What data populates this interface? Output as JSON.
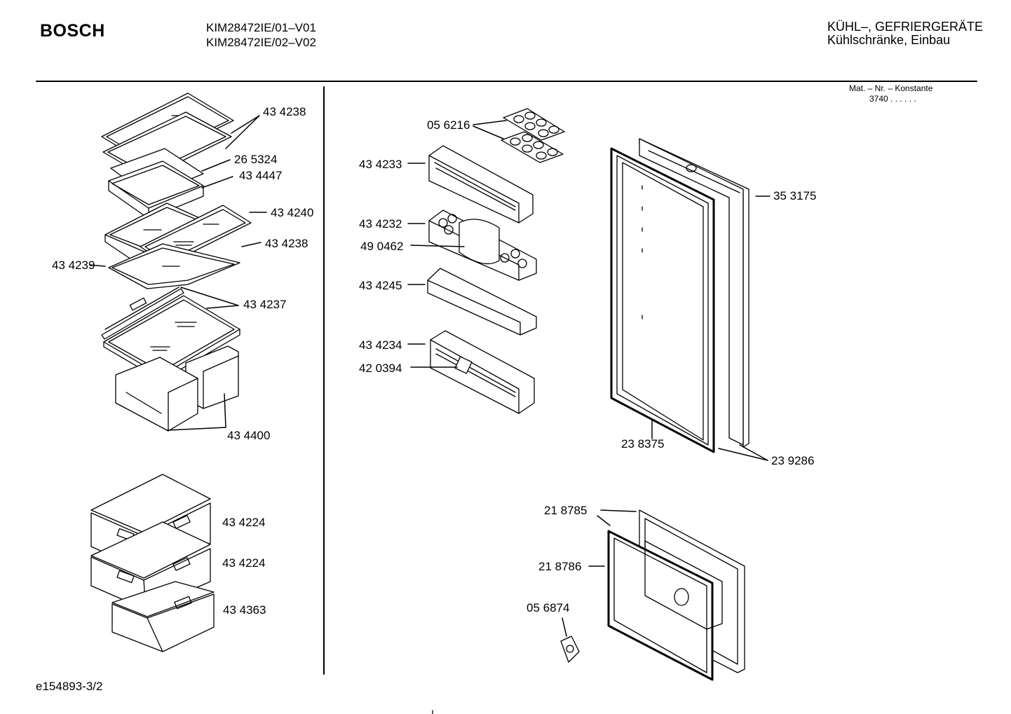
{
  "header": {
    "brand": "BOSCH",
    "models": [
      "KIM28472IE/01–V01",
      "KIM28472IE/02–V02"
    ],
    "category_line1": "KÜHL–, GEFRIERGERÄTE",
    "category_line2": "Kühlschränke, Einbau"
  },
  "mat_info": {
    "label": "Mat. – Nr. – Konstante",
    "value": "3740 .  .  .  .  .  ."
  },
  "parts_left": [
    {
      "id": "43 4238"
    },
    {
      "id": "26 5324"
    },
    {
      "id": "43 4447"
    },
    {
      "id": "43 4240"
    },
    {
      "id": "43 4238"
    },
    {
      "id": "43 4239"
    },
    {
      "id": "43 4237"
    },
    {
      "id": "43 4400"
    },
    {
      "id": "43 4224"
    },
    {
      "id": "43 4224"
    },
    {
      "id": "43 4363"
    }
  ],
  "parts_door": [
    {
      "id": "05 6216"
    },
    {
      "id": "43 4233"
    },
    {
      "id": "43 4232"
    },
    {
      "id": "49 0462"
    },
    {
      "id": "43 4245"
    },
    {
      "id": "43 4234"
    },
    {
      "id": "42 0394"
    }
  ],
  "parts_right": [
    {
      "id": "35 3175"
    },
    {
      "id": "23 8375"
    },
    {
      "id": "23 9286"
    },
    {
      "id": "21 8785"
    },
    {
      "id": "21 8786"
    },
    {
      "id": "05 6874"
    }
  ],
  "footer": {
    "drawing_id": "e154893-3/2"
  }
}
